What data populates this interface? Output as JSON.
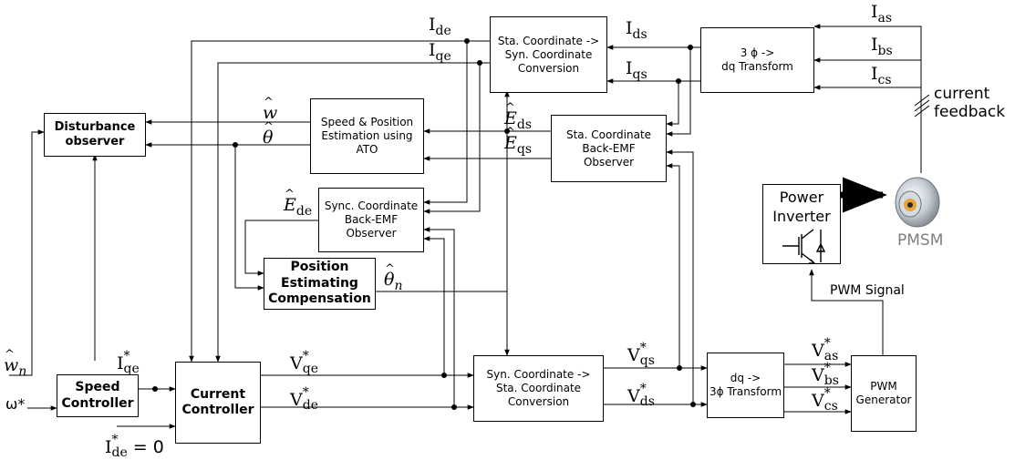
{
  "blocks": {
    "disturbance_observer": {
      "label": "Disturbance\nobserver"
    },
    "speed_position_estimation": {
      "label": "Speed & Position\nEstimation using\nATO"
    },
    "stat_to_sync": {
      "label": "Sta. Coordinate ->\nSyn. Coordinate\nConversion"
    },
    "three_phase_to_dq": {
      "label": "3 ϕ ->\ndq Transform"
    },
    "stat_back_emf": {
      "label": "Sta. Coordinate\nBack-EMF\nObserver"
    },
    "sync_back_emf": {
      "label": "Sync. Coordinate\nBack-EMF\nObserver"
    },
    "position_compensation": {
      "label": "Position\nEstimating\nCompensation"
    },
    "speed_controller": {
      "label": "Speed\nController"
    },
    "current_controller": {
      "label": "Current\nController"
    },
    "sync_to_stat": {
      "label": "Syn. Coordinate ->\nSta. Coordinate\nConversion"
    },
    "dq_to_three_phase": {
      "label": "dq ->\n3ϕ Transform"
    },
    "pwm_generator": {
      "label": "PWM\nGenerator"
    },
    "power_inverter": {
      "label": "Power\nInverter"
    }
  },
  "signals": {
    "i_de": {
      "base": "I",
      "sub": "de"
    },
    "i_qe": {
      "base": "I",
      "sub": "qe"
    },
    "i_ds": {
      "base": "I",
      "sub": "ds"
    },
    "i_qs": {
      "base": "I",
      "sub": "qs"
    },
    "i_as": {
      "base": "I",
      "sub": "as"
    },
    "i_bs": {
      "base": "I",
      "sub": "bs"
    },
    "i_cs": {
      "base": "I",
      "sub": "cs"
    },
    "w_hat": {
      "base": "w"
    },
    "theta_hat": {
      "base": "θ"
    },
    "e_ds": {
      "base": "E",
      "sub": "ds"
    },
    "e_qs": {
      "base": "E",
      "sub": "qs"
    },
    "e_de": {
      "base": "E",
      "sub": "de"
    },
    "theta_n": {
      "base": "θ",
      "sub": "n"
    },
    "w_n": {
      "base": "w",
      "sub": "n"
    },
    "omega_ref": {
      "text": "ω*"
    },
    "i_qe_ref": {
      "base": "I",
      "sup": "*",
      "sub": "qe"
    },
    "i_de_ref": {
      "base": "I",
      "sup": "*",
      "sub": "de",
      "suffix": " = 0"
    },
    "v_qe_ref": {
      "base": "V",
      "sup": "*",
      "sub": "qe"
    },
    "v_de_ref": {
      "base": "V",
      "sup": "*",
      "sub": "de"
    },
    "v_qs_ref": {
      "base": "V",
      "sup": "*",
      "sub": "qs"
    },
    "v_ds_ref": {
      "base": "V",
      "sup": "*",
      "sub": "ds"
    },
    "v_as_ref": {
      "base": "V",
      "sup": "*",
      "sub": "as"
    },
    "v_bs_ref": {
      "base": "V",
      "sup": "*",
      "sub": "bs"
    },
    "v_cs_ref": {
      "base": "V",
      "sup": "*",
      "sub": "cs"
    }
  },
  "labels": {
    "current_feedback": "current\nfeedback",
    "pwm_signal": "PWM Signal",
    "pmsm": "PMSM"
  },
  "colors": {
    "line": "#000000",
    "motor_accent": "#e8a33a",
    "motor_label": "#7f7f7f"
  }
}
